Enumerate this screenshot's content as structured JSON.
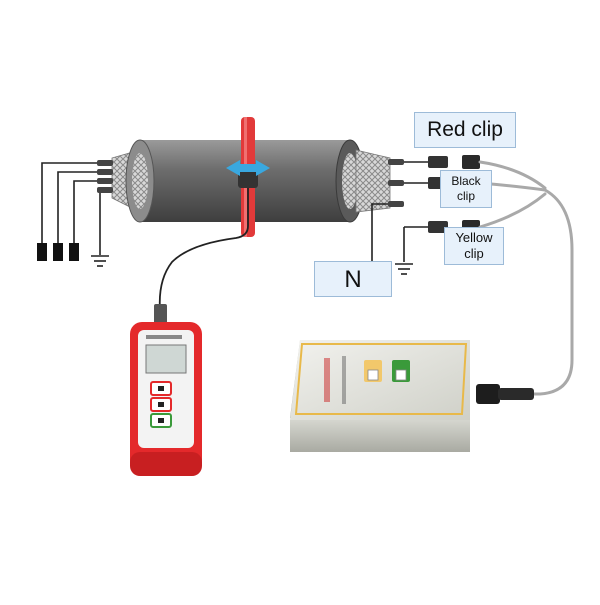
{
  "labels": {
    "red_clip": "Red clip",
    "black_clip": "Black\nclip",
    "yellow_clip": "Yellow\nclip",
    "neutral": "N"
  },
  "colors": {
    "cable_body": "#6e6e6e",
    "braid": "#cfcfcf",
    "clamp_red": "#e23a3a",
    "meter_red": "#e4292b",
    "wire": "#222222",
    "lead_gray": "#a9a9a9",
    "label_fill": "#e7f1fb",
    "label_border": "#9dbbd8",
    "box_border": "#e8b94a",
    "arrow_blue": "#39a8e0"
  },
  "icons": {
    "meter": "handheld-tester-icon",
    "generator": "signal-generator-icon",
    "ground": "ground-symbol-icon"
  }
}
